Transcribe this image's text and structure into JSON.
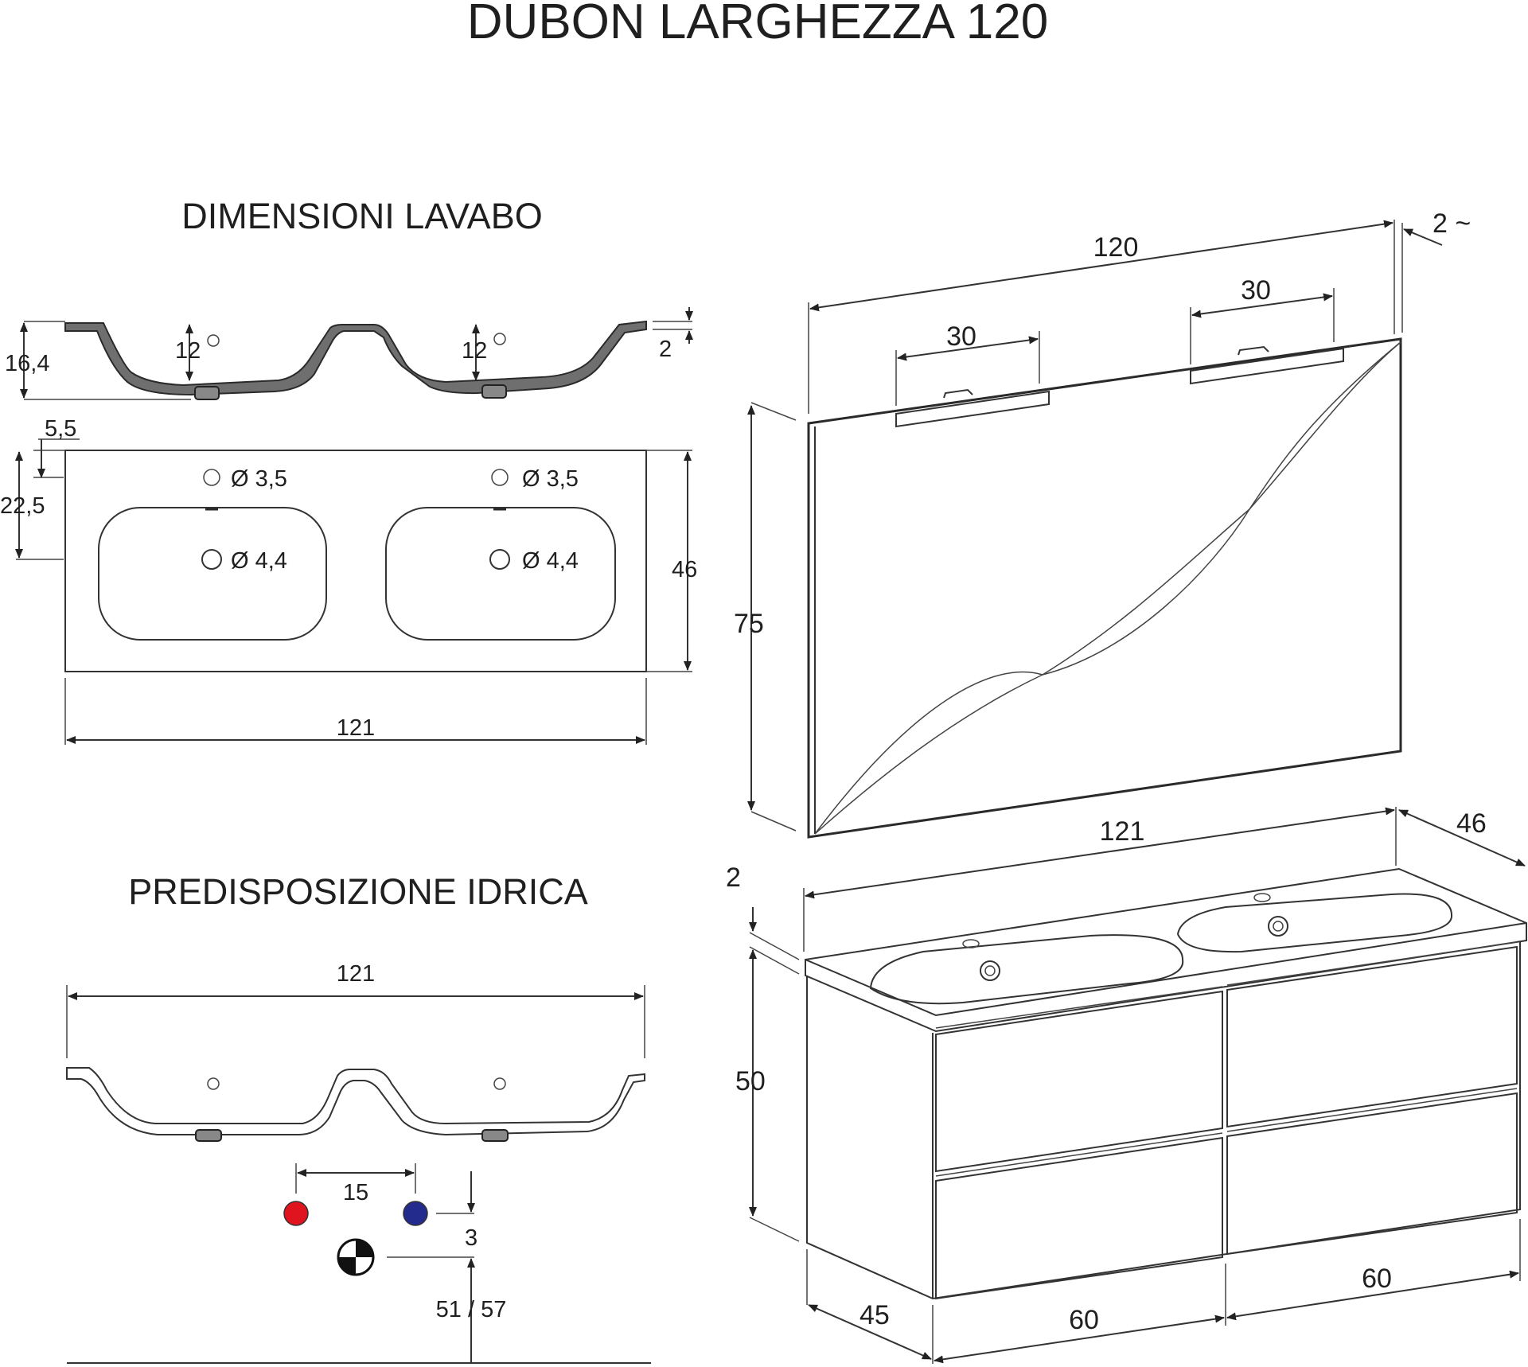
{
  "title": "DUBON LARGHEZZA 120",
  "basin_section": {
    "heading": "DIMENSIONI LAVABO",
    "height_total": "16,4",
    "depth_left": "12",
    "depth_right": "12",
    "rim": "2",
    "edge_to_hole": "5,5",
    "edge_to_waste": "22,5",
    "depth": "46",
    "width": "121",
    "tap_hole_left": "Ø 3,5",
    "tap_hole_right": "Ø 3,5",
    "waste_left": "Ø 4,4",
    "waste_right": "Ø 4,4"
  },
  "plumbing_section": {
    "heading": "PREDISPOSIZIONE IDRICA",
    "width": "121",
    "hot_cold_spacing": "15",
    "drain_offset": "3",
    "floor_height": "51 / 57"
  },
  "assembly": {
    "mirror_width": "120",
    "mirror_depth": "2 ~",
    "lamp_left": "30",
    "lamp_right": "30",
    "mirror_height": "75",
    "top_width": "121",
    "top_depth": "46",
    "top_thickness": "2",
    "cabinet_height": "50",
    "cabinet_depth": "45",
    "drawer_width_left": "60",
    "drawer_width_right": "60"
  },
  "colors": {
    "hot": "#e0141e",
    "cold": "#232b8c",
    "basin_fill": "#6f6f6f"
  }
}
